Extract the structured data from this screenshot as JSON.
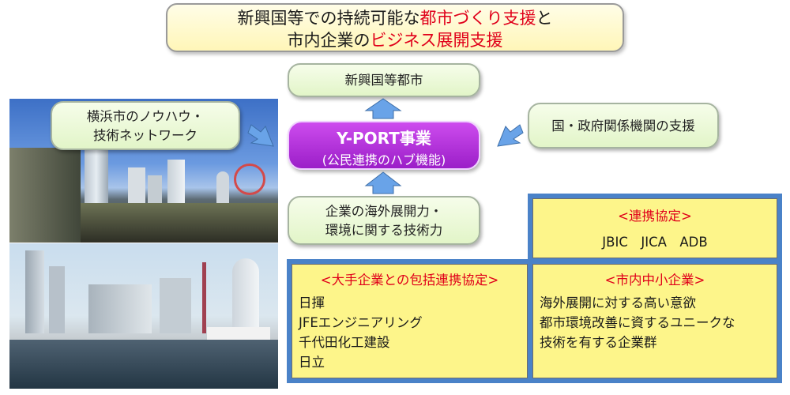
{
  "title": {
    "line1_a": "新興国等での持続可能な",
    "line1_b": "都市づくり支援",
    "line1_c": "と",
    "line2_a": "市内企業の",
    "line2_b": "ビジネス展開支援"
  },
  "top_box": "新興国等都市",
  "left_box": {
    "line1": "横浜市のノウハウ・",
    "line2": "技術ネットワーク"
  },
  "right_box": "国・政府関係機関の支援",
  "hub": {
    "title": "Y-PORT事業",
    "subtitle": "(公民連携のハブ機能)"
  },
  "bottom_box": {
    "line1": "企業の海外展開力・",
    "line2": "環境に関する技術力"
  },
  "partnership": {
    "heading": "<連携協定>",
    "members": "JBIC　JICA　ADB"
  },
  "large_companies": {
    "heading": "<大手企業との包括連携協定>",
    "items": [
      "日揮",
      "JFEエンジニアリング",
      "千代田化工建設",
      "日立"
    ]
  },
  "sme": {
    "heading": "<市内中小企業>",
    "lines": [
      "海外展開に対する高い意欲",
      "都市環境改善に資するユニークな",
      "技術を有する企業群"
    ]
  },
  "colors": {
    "accent_red": "#e0001a",
    "hub_purple": "#a226d4",
    "frame_blue": "#4a82c8",
    "arrow_blue": "#69a3e8"
  }
}
